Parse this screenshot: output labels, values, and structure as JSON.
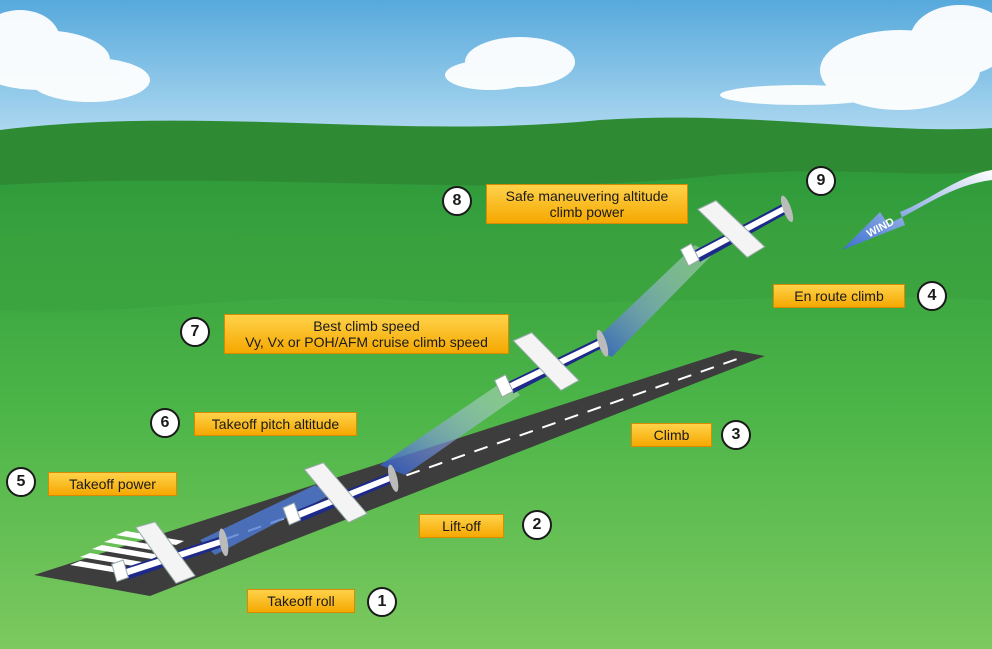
{
  "steps": [
    {
      "number": "1",
      "label": [
        "Takeoff roll"
      ]
    },
    {
      "number": "2",
      "label": [
        "Lift-off"
      ]
    },
    {
      "number": "3",
      "label": [
        "Climb"
      ]
    },
    {
      "number": "4",
      "label": [
        "En route climb"
      ]
    },
    {
      "number": "5",
      "label": [
        "Takeoff power"
      ]
    },
    {
      "number": "6",
      "label": [
        "Takeoff pitch altitude"
      ]
    },
    {
      "number": "7",
      "label": [
        "Best climb speed",
        "Vy, Vx or POH/AFM cruise climb speed"
      ]
    },
    {
      "number": "8",
      "label": [
        "Safe maneuvering altitude",
        "climb power"
      ]
    },
    {
      "number": "9",
      "label": []
    }
  ],
  "wind_label": "WIND",
  "colors": {
    "sky": "#bfe3f5",
    "grass": "#4fb04a",
    "runway": "#3d3d3d",
    "label_fill": "#f7b500",
    "flight_path": "#3a66c4",
    "aircraft_stripe": "#1e2a8a"
  }
}
